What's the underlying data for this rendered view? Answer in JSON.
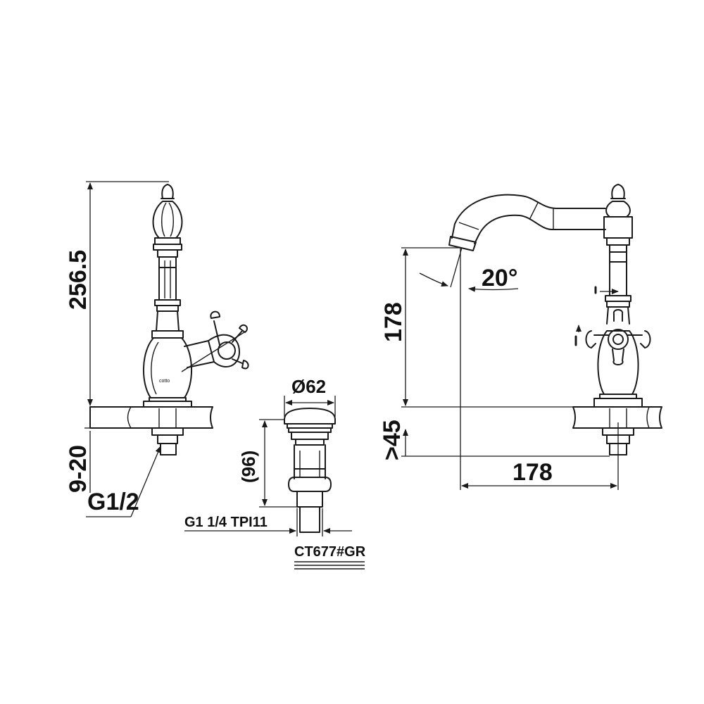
{
  "side_view": {
    "height_total": "256.5",
    "deck_thickness": "9-20",
    "inlet_thread": "G1/2"
  },
  "drain_view": {
    "diameter": "Ø62",
    "height": "(96)",
    "thread": "G1 1/4 TPI11",
    "model": "CT677#GR"
  },
  "front_view": {
    "spout_height": "178",
    "min_clearance": ">45",
    "spout_reach": "178",
    "angle": "20°"
  }
}
